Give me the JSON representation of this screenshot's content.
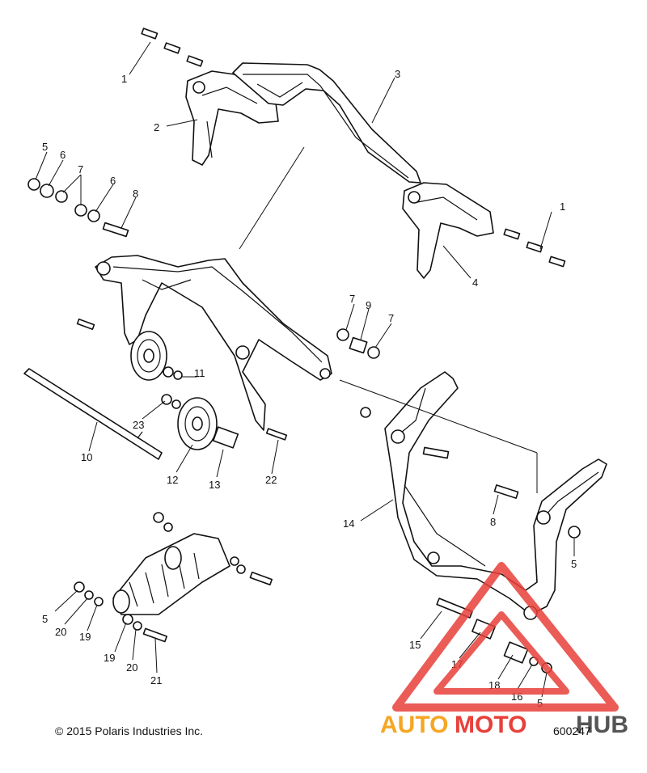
{
  "callouts": [
    {
      "id": "c1a",
      "text": "1"
    },
    {
      "id": "c2",
      "text": "2"
    },
    {
      "id": "c3",
      "text": "3"
    },
    {
      "id": "c1b",
      "text": "1"
    },
    {
      "id": "c4",
      "text": "4"
    },
    {
      "id": "c5a",
      "text": "5"
    },
    {
      "id": "c6a",
      "text": "6"
    },
    {
      "id": "c7a",
      "text": "7"
    },
    {
      "id": "c6b",
      "text": "6"
    },
    {
      "id": "c8a",
      "text": "8"
    },
    {
      "id": "c7b",
      "text": "7"
    },
    {
      "id": "c9",
      "text": "9"
    },
    {
      "id": "c7c",
      "text": "7"
    },
    {
      "id": "c11",
      "text": "11"
    },
    {
      "id": "c23",
      "text": "23"
    },
    {
      "id": "c10",
      "text": "10"
    },
    {
      "id": "c12",
      "text": "12"
    },
    {
      "id": "c13",
      "text": "13"
    },
    {
      "id": "c22",
      "text": "22"
    },
    {
      "id": "c14",
      "text": "14"
    },
    {
      "id": "c8b",
      "text": "8"
    },
    {
      "id": "c5b",
      "text": "5"
    },
    {
      "id": "c5c",
      "text": "5"
    },
    {
      "id": "c20a",
      "text": "20"
    },
    {
      "id": "c19a",
      "text": "19"
    },
    {
      "id": "c19b",
      "text": "19"
    },
    {
      "id": "c20b",
      "text": "20"
    },
    {
      "id": "c21",
      "text": "21"
    },
    {
      "id": "c15",
      "text": "15"
    },
    {
      "id": "c17",
      "text": "17"
    },
    {
      "id": "c18",
      "text": "18"
    },
    {
      "id": "c16",
      "text": "16"
    },
    {
      "id": "c5d",
      "text": "5"
    }
  ],
  "footer": {
    "copyright": "© 2015 Polaris Industries Inc.",
    "drawing_id": "600247"
  },
  "watermark": {
    "text_left": "AUTO",
    "text_mid": "MOTO",
    "text_right": "HUB",
    "colors": {
      "red": "#e8403a",
      "orange": "#f5a623",
      "grey": "#555555"
    }
  }
}
